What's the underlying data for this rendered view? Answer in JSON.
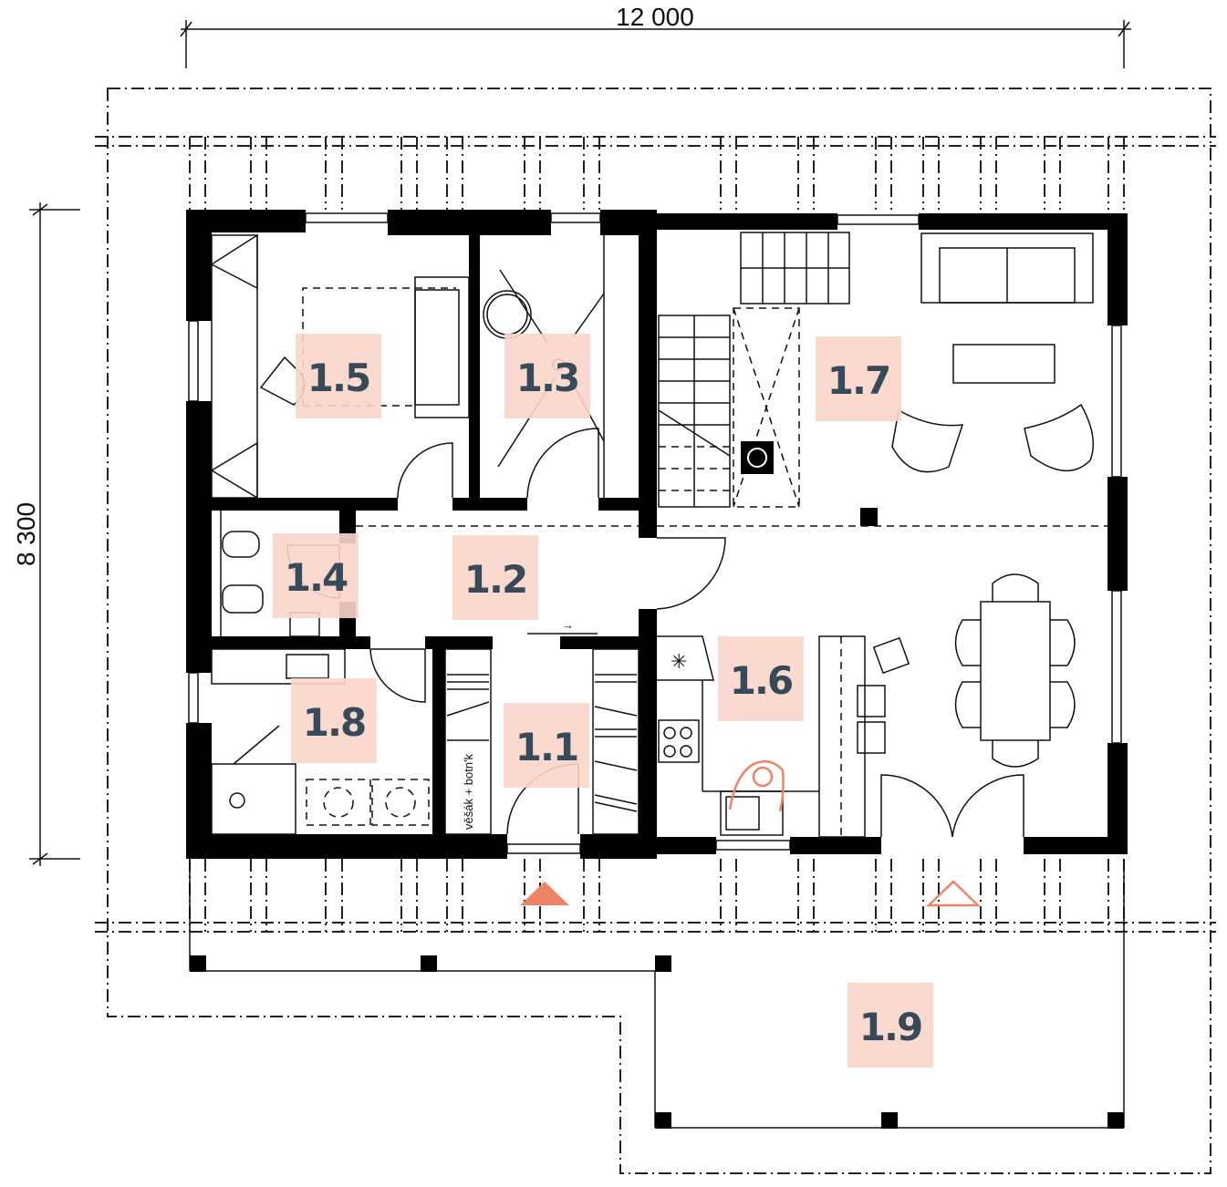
{
  "dimensions": {
    "width": "12 000",
    "depth": "8 300"
  },
  "rooms": [
    {
      "id": "1.1"
    },
    {
      "id": "1.2"
    },
    {
      "id": "1.3"
    },
    {
      "id": "1.4"
    },
    {
      "id": "1.5"
    },
    {
      "id": "1.6"
    },
    {
      "id": "1.7"
    },
    {
      "id": "1.8"
    },
    {
      "id": "1.9"
    }
  ],
  "annotations": {
    "wardrobe": "věšák + botn'k"
  },
  "colors": {
    "label_bg": "#fad5c9",
    "label_text": "#364a5a",
    "entrance": "#f08462",
    "wall": "#000000"
  }
}
